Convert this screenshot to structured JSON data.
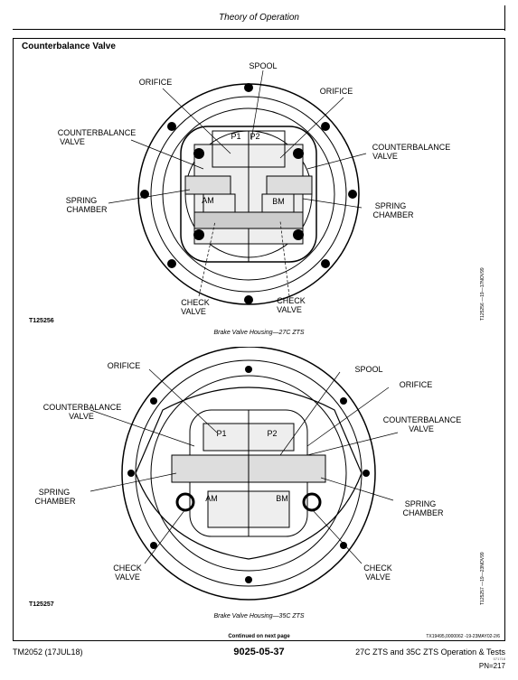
{
  "header": {
    "title": "Theory of Operation"
  },
  "section": {
    "title": "Counterbalance Valve"
  },
  "figures": [
    {
      "labels": {
        "spool": "SPOOL",
        "orifice_left": "ORIFICE",
        "orifice_right": "ORIFICE",
        "cb_left": [
          "COUNTERBALANCE",
          "VALVE"
        ],
        "cb_right": [
          "COUNTERBALANCE",
          "VALVE"
        ],
        "spring_left": [
          "SPRING",
          "CHAMBER"
        ],
        "spring_right": [
          "SPRING",
          "CHAMBER"
        ],
        "check_left": [
          "CHECK",
          "VALVE"
        ],
        "check_right": [
          "CHECK",
          "VALVE"
        ],
        "p1": "P1",
        "p2": "P2",
        "am": "AM",
        "bm": "BM"
      },
      "figure_id": "T125256",
      "caption": "Brake Valve Housing—27C ZTS",
      "side_id": "T125256 —19—17NOV99"
    },
    {
      "labels": {
        "spool": "SPOOL",
        "orifice_left": "ORIFICE",
        "orifice_right": "ORIFICE",
        "cb_left": [
          "COUNTERBALANCE",
          "VALVE"
        ],
        "cb_right": [
          "COUNTERBALANCE",
          "VALVE"
        ],
        "spring_left": [
          "SPRING",
          "CHAMBER"
        ],
        "spring_right": [
          "SPRING",
          "CHAMBER"
        ],
        "check_left": [
          "CHECK",
          "VALVE"
        ],
        "check_right": [
          "CHECK",
          "VALVE"
        ],
        "p1": "P1",
        "p2": "P2",
        "am": "AM",
        "bm": "BM"
      },
      "figure_id": "T125257",
      "caption": "Brake Valve Housing—35C ZTS",
      "side_id": "T125257 —19—23NOV99"
    }
  ],
  "continued": "Continued on next page",
  "tx_ref": "TX19495,0000062 -19-23MAY02-2/6",
  "footer": {
    "left": "TM2052 (17JUL18)",
    "center": "9025-05-37",
    "right": "27C ZTS and 35C ZTS Operation & Tests",
    "tick": "071718",
    "page": "PN=217"
  }
}
